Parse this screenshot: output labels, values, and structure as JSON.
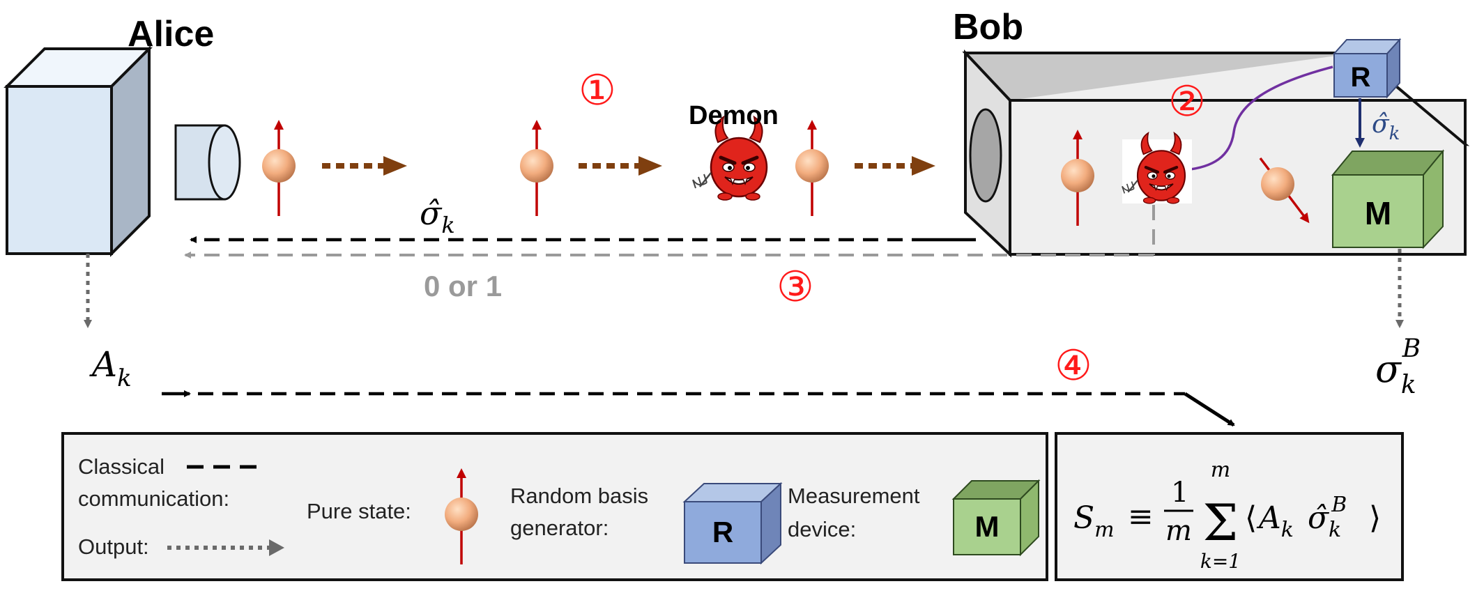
{
  "alice": {
    "title": "Alice"
  },
  "bob": {
    "title": "Bob"
  },
  "demon": {
    "label": "Demon"
  },
  "steps": [
    "①",
    "②",
    "③",
    "④"
  ],
  "labels": {
    "sigma_hat_k": "σ̂",
    "sub_k": "k",
    "zero_or_one": "0 or 1",
    "A": "A",
    "sigma": "σ",
    "sup_B": "B"
  },
  "boxes": {
    "random": "R",
    "measure": "M"
  },
  "legend": {
    "classical_line1": "Classical",
    "classical_line2": "communication:",
    "output": "Output:",
    "pure_state": "Pure state:",
    "random_line1": "Random basis",
    "random_line2": "generator:",
    "measure_line1": "Measurement",
    "measure_line2": "device:"
  },
  "formula": {
    "S": "S",
    "sub_m": "m",
    "equiv": "≡",
    "num": "1",
    "den": "m",
    "sum_top": "m",
    "sum_bottom": "k=1",
    "sigma_char": "Σ",
    "langle": "⟨",
    "rangle": "⟩",
    "A": "A",
    "sigma_hat": "σ̂",
    "k": "k",
    "B": "B"
  },
  "colors": {
    "alice_box_front": "#dbe8f5",
    "bob_box_front": "#efefef",
    "bob_box_top": "#c8c8c8",
    "random_box": "#8faadc",
    "measure_box": "#a9d18e",
    "spin_arrow": "#c00000",
    "output_arrow": "#7f3f0f",
    "step_color": "#ff1a1a",
    "purple": "#7030a0",
    "navy": "#1f2f6f",
    "legend_bg": "#f2f2f2"
  }
}
